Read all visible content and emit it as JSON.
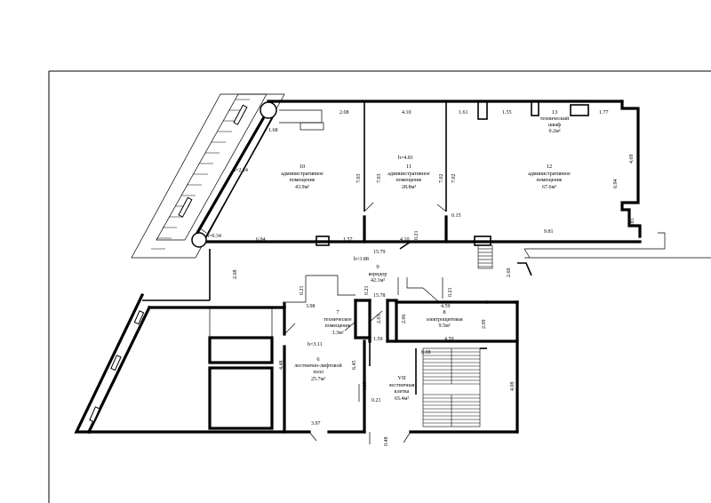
{
  "rooms": [
    {
      "number": "10",
      "name_line1": "административное",
      "name_line2": "помещение",
      "area": "43.9м²"
    },
    {
      "number": "11",
      "name_line1": "административное",
      "name_line2": "помещение",
      "area": "28.8м²"
    },
    {
      "number": "12",
      "name_line1": "административное",
      "name_line2": "помещение",
      "area": "67.6м²"
    },
    {
      "number": "13",
      "name_line1": "технический",
      "name_line2": "шкаф",
      "area": "0.2м²"
    },
    {
      "number": "9",
      "name_line1": "коридор",
      "name_line2": "",
      "area": "42.1м²"
    },
    {
      "number": "7",
      "name_line1": "техническое",
      "name_line2": "помещение",
      "area": "3.3м²"
    },
    {
      "number": "8",
      "name_line1": "электрощитовая",
      "name_line2": "",
      "area": "9.5м²"
    },
    {
      "number": "6",
      "name_line1": "лестнично-лифтовой",
      "name_line2": "холл",
      "area": "25.7м²"
    },
    {
      "number": "VII",
      "name_line1": "лестничная",
      "name_line2": "клетка",
      "area": "65.4м²"
    }
  ],
  "heights": [
    "h=2.24",
    "h=4.81",
    "h=3.88",
    "h=3.11",
    "h=0.34"
  ],
  "dimensions": [
    "2.08",
    "4.10",
    "1.61",
    "1.55",
    "1.77",
    "1.68",
    "7.03",
    "7.03",
    "7.02",
    "7.02",
    "4.69",
    "6.94",
    "1.85",
    "9.81",
    "0.15",
    "4.10",
    "0.21",
    "6.04",
    "1.57",
    "15.79",
    "2.68",
    "2.69",
    "0.21",
    "15.78",
    "0.21",
    "3.98",
    "2.03",
    "0.21",
    "4.59",
    "2.06",
    "2.09",
    "1.59",
    "4.59",
    "8.08",
    "4.48",
    "6.45",
    "4.10",
    "0.21",
    "4.08",
    "3.97",
    "0.48"
  ]
}
